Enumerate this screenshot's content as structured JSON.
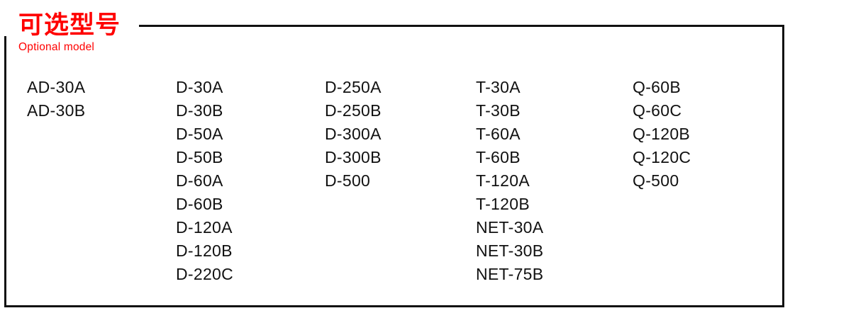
{
  "panel": {
    "title_cn": "可选型号",
    "title_en": "Optional model",
    "title_color": "#ff0000",
    "border_color": "#111111",
    "text_color": "#111111",
    "background": "#ffffff"
  },
  "columns": [
    {
      "name": "ad-series",
      "items": [
        "AD-30A",
        "AD-30B"
      ]
    },
    {
      "name": "d-series-low",
      "items": [
        "D-30A",
        "D-30B",
        "D-50A",
        "D-50B",
        "D-60A",
        "D-60B",
        "D-120A",
        "D-120B",
        "D-220C"
      ]
    },
    {
      "name": "d-series-high",
      "items": [
        "D-250A",
        "D-250B",
        "D-300A",
        "D-300B",
        "D-500"
      ]
    },
    {
      "name": "t-and-net-series",
      "items": [
        "T-30A",
        "T-30B",
        "T-60A",
        "T-60B",
        "T-120A",
        "T-120B",
        "NET-30A",
        "NET-30B",
        "NET-75B"
      ]
    },
    {
      "name": "q-series",
      "items": [
        "Q-60B",
        "Q-60C",
        "Q-120B",
        "Q-120C",
        "Q-500"
      ]
    }
  ]
}
